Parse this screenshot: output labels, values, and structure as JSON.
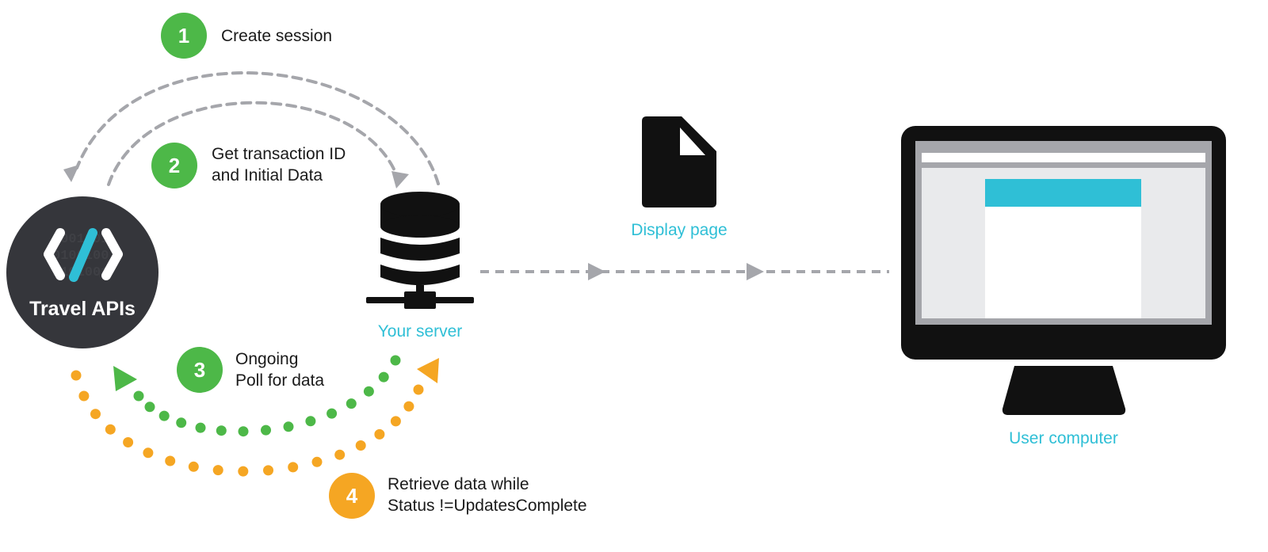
{
  "colors": {
    "step_green": "#4db848",
    "step_orange": "#f5a623",
    "accent_cyan": "#2fbfd6",
    "arrow_gray": "#a5a6ab",
    "dark": "#111111",
    "logo_bg": "#35363b"
  },
  "travel_api": {
    "label": "Travel APIs",
    "background_code": [
      "1001001",
      "0100100",
      "1101001"
    ],
    "icon": "code-brackets-icon"
  },
  "server": {
    "label": "Your server",
    "icon": "database-server-icon"
  },
  "display_page": {
    "label": "Display page",
    "icon": "document-icon"
  },
  "user_computer": {
    "label": "User computer",
    "icon": "monitor-icon"
  },
  "steps": [
    {
      "number": "1",
      "lines": [
        "Create session"
      ]
    },
    {
      "number": "2",
      "lines": [
        "Get transaction ID",
        "and  Initial Data"
      ]
    },
    {
      "number": "3",
      "lines": [
        "Ongoing",
        "Poll for data"
      ]
    },
    {
      "number": "4",
      "lines": [
        "Retrieve data while",
        "Status !=UpdatesComplete"
      ]
    }
  ]
}
